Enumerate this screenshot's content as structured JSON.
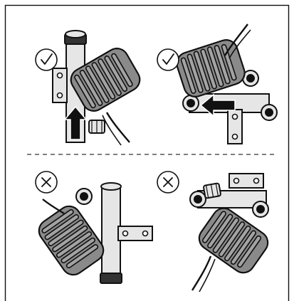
{
  "diagram": {
    "panels": [
      {
        "id": "top-left",
        "status": "correct",
        "status_icon": "check-icon",
        "arrow_direction": "up"
      },
      {
        "id": "top-right",
        "status": "correct",
        "status_icon": "check-icon",
        "arrow_direction": "left"
      },
      {
        "id": "bottom-left",
        "status": "incorrect",
        "status_icon": "cross-icon"
      },
      {
        "id": "bottom-right",
        "status": "incorrect",
        "status_icon": "cross-icon"
      }
    ],
    "colors": {
      "motor_body": "#8a8a8a",
      "motor_fins": "#a3a3a3",
      "metal": "#e6e6e6",
      "line": "#111111",
      "divider": "#555555",
      "arrow": "#111111"
    }
  }
}
